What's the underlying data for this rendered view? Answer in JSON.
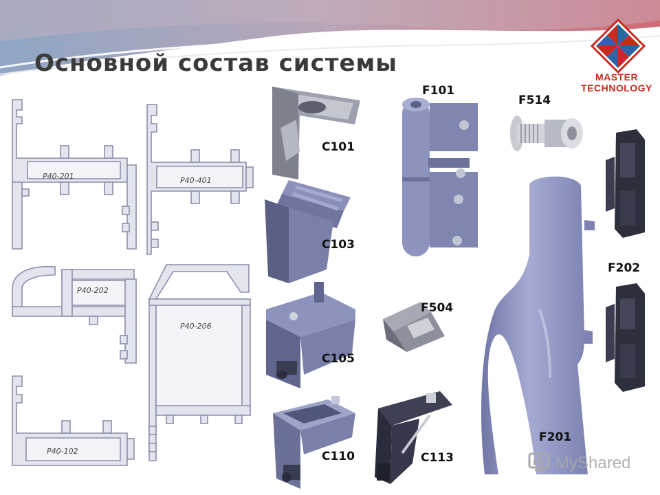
{
  "slide": {
    "title": "Основной состав системы",
    "logo": {
      "line1": "MASTER",
      "line2": "TECHNOLOGY"
    },
    "profiles": [
      "P40-201",
      "P40-401",
      "P40-202",
      "P40-206",
      "P40-102"
    ],
    "components": {
      "c101": "C101",
      "c103": "C103",
      "c105": "C105",
      "c110": "C110",
      "c113": "C113",
      "f101": "F101",
      "f514": "F514",
      "f504": "F504",
      "f202": "F202",
      "f201": "F201"
    },
    "watermark": "MyShared"
  },
  "colors": {
    "profile_fill": "#e3e4ee",
    "profile_stroke": "#8a8faa",
    "part_blue": "#8c93bd",
    "part_dark": "#3a3d52",
    "logo_red": "#c62a20",
    "logo_blue": "#2e63a8"
  }
}
